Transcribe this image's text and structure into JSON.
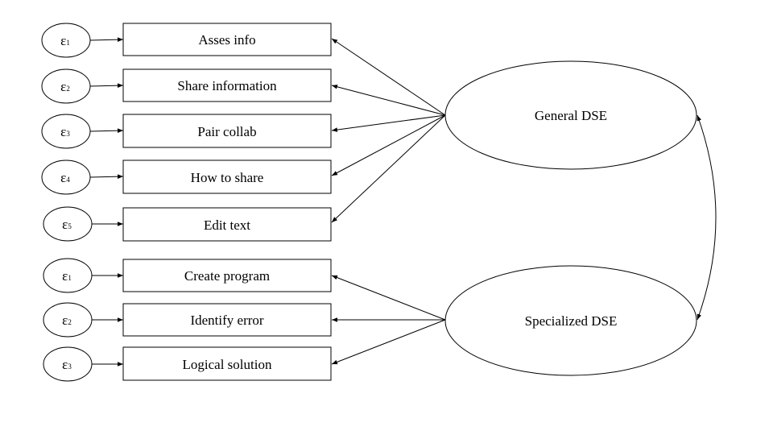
{
  "indicators": [
    {
      "label": "Asses info",
      "error": {
        "symbol": "ε",
        "index": "1"
      }
    },
    {
      "label": "Share information",
      "error": {
        "symbol": "ε",
        "index": "2"
      }
    },
    {
      "label": "Pair collab",
      "error": {
        "symbol": "ε",
        "index": "3"
      }
    },
    {
      "label": "How to share",
      "error": {
        "symbol": "ε",
        "index": "4"
      }
    },
    {
      "label": "Edit text",
      "error": {
        "symbol": "ε",
        "index": "5"
      }
    },
    {
      "label": "Create program",
      "error": {
        "symbol": "ε",
        "index": "1"
      }
    },
    {
      "label": "Identify error",
      "error": {
        "symbol": "ε",
        "index": "2"
      }
    },
    {
      "label": "Logical solution",
      "error": {
        "symbol": "ε",
        "index": "3"
      }
    }
  ],
  "latents": [
    {
      "label": "General DSE",
      "loads_on": [
        0,
        1,
        2,
        3,
        4
      ]
    },
    {
      "label": "Specialized DSE",
      "loads_on": [
        5,
        6,
        7
      ]
    }
  ],
  "covariance": {
    "between": [
      0,
      1
    ]
  }
}
